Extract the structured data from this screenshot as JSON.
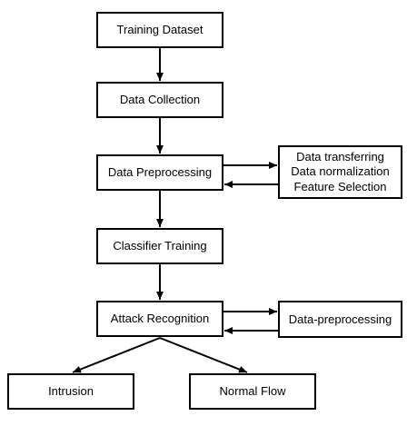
{
  "diagram": {
    "nodes": {
      "training_dataset": "Training Dataset",
      "data_collection": "Data Collection",
      "data_preprocessing": "Data Preprocessing",
      "preprocessing_steps": [
        "Data transferring",
        "Data normalization",
        "Feature Selection"
      ],
      "classifier_training": "Classifier Training",
      "attack_recognition": "Attack Recognition",
      "data_preprocessing_side": "Data-preprocessing",
      "intrusion": "Intrusion",
      "normal_flow": "Normal Flow"
    },
    "edges": [
      {
        "from": "Training Dataset",
        "to": "Data Collection"
      },
      {
        "from": "Data Collection",
        "to": "Data Preprocessing"
      },
      {
        "from": "Data Preprocessing",
        "to": "Preprocessing steps"
      },
      {
        "from": "Preprocessing steps",
        "to": "Data Preprocessing"
      },
      {
        "from": "Data Preprocessing",
        "to": "Classifier Training"
      },
      {
        "from": "Classifier Training",
        "to": "Attack Recognition"
      },
      {
        "from": "Attack Recognition",
        "to": "Data-preprocessing"
      },
      {
        "from": "Data-preprocessing",
        "to": "Attack Recognition"
      },
      {
        "from": "Attack Recognition",
        "to": "Intrusion"
      },
      {
        "from": "Attack Recognition",
        "to": "Normal Flow"
      }
    ],
    "colors": {
      "stroke": "#000000",
      "fill": "#ffffff",
      "text": "#000000"
    }
  }
}
